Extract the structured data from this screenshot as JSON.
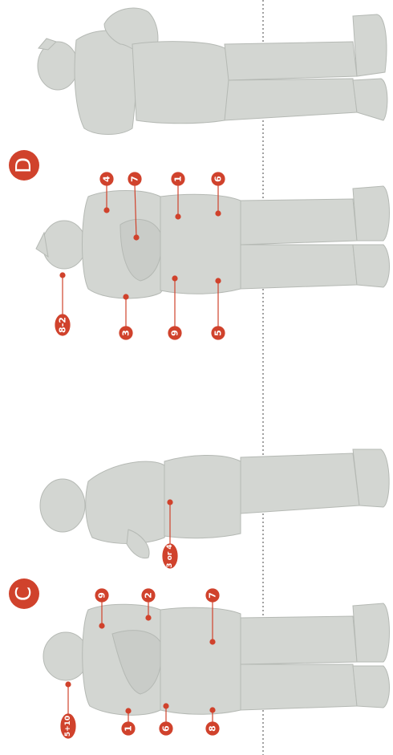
{
  "sections": [
    {
      "id": "C",
      "label": "C"
    },
    {
      "id": "D",
      "label": "D"
    }
  ],
  "callouts": {
    "c1": "5+10",
    "c2": "1",
    "c3": "6",
    "c4": "8",
    "c5": "9",
    "c6": "2",
    "c7": "7",
    "c8": "3 or 4",
    "d1": "8-2",
    "d2": "3",
    "d3": "9",
    "d4": "5",
    "d5": "4",
    "d6": "7",
    "d7": "1",
    "d8": "6"
  },
  "colors": {
    "accent": "#d0422c",
    "figure_fill": "#d3d6d2",
    "figure_shade": "#b8bcb7",
    "divider": "#6f6f6f"
  }
}
